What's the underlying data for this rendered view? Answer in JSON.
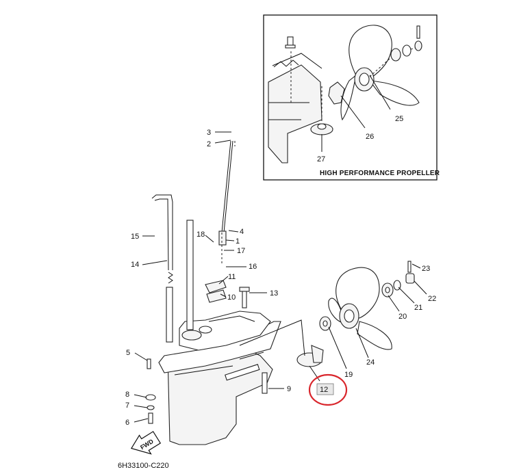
{
  "inset": {
    "title": "HIGH PERFORMANCE PROPELLER"
  },
  "diagram_code": "6H33100-C220",
  "fwd_label": "FWD",
  "highlight": {
    "label": "12",
    "color": "#d9262c"
  },
  "callouts": {
    "c1": "1",
    "c2": "2",
    "c3": "3",
    "c4": "4",
    "c5": "5",
    "c6": "6",
    "c7": "7",
    "c8": "8",
    "c9": "9",
    "c10": "10",
    "c11": "11",
    "c13": "13",
    "c14": "14",
    "c15": "15",
    "c16": "16",
    "c17": "17",
    "c18": "18",
    "c19": "19",
    "c20": "20",
    "c21": "21",
    "c22": "22",
    "c23": "23",
    "c24": "24",
    "c25": "25",
    "c26": "26",
    "c27": "27"
  }
}
